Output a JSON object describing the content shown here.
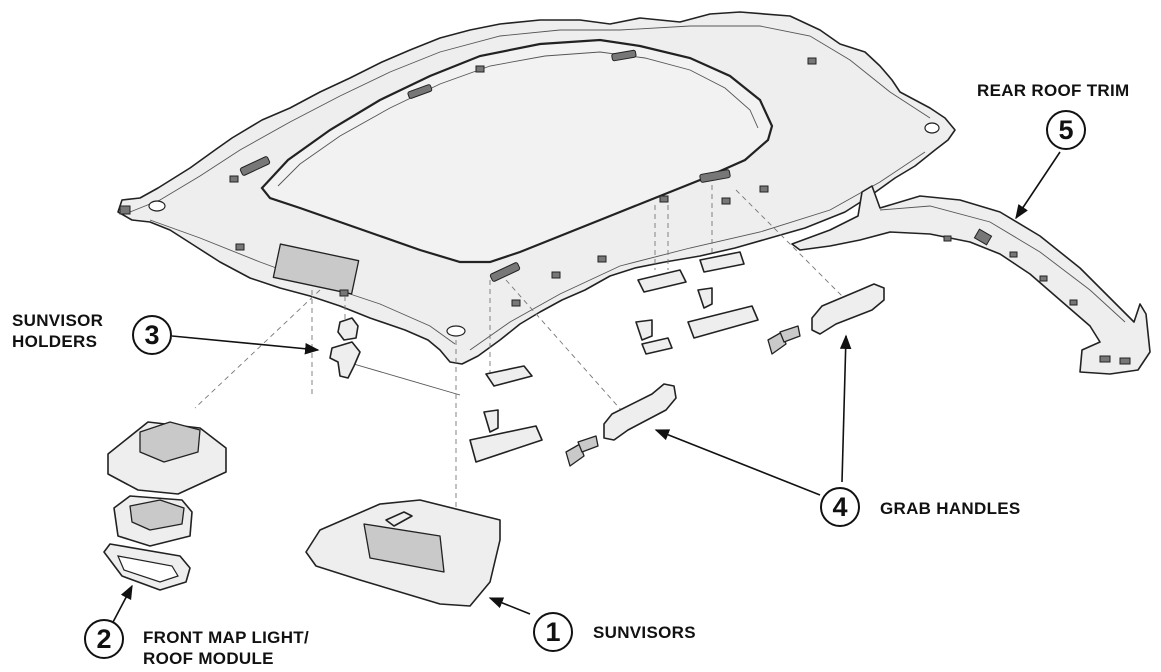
{
  "callouts": [
    {
      "id": "sunvisors",
      "number": "1",
      "label": "SUNVISORS"
    },
    {
      "id": "map-light",
      "number": "2",
      "label_lines": [
        "FRONT MAP LIGHT/",
        "ROOF MODULE"
      ]
    },
    {
      "id": "sunvisor-holders",
      "number": "3",
      "label_lines": [
        "SUNVISOR",
        "HOLDERS"
      ]
    },
    {
      "id": "grab-handles",
      "number": "4",
      "label": "GRAB HANDLES"
    },
    {
      "id": "rear-roof-trim",
      "number": "5",
      "label": "REAR ROOF TRIM"
    }
  ]
}
